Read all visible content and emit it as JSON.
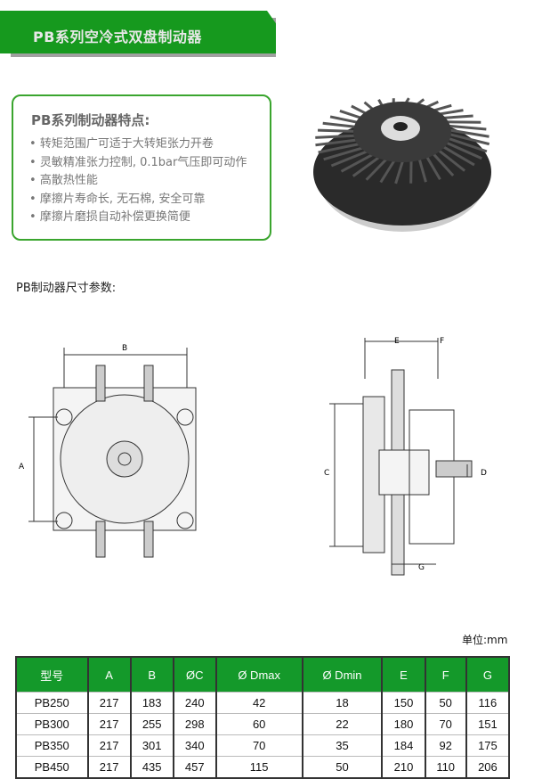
{
  "banner": {
    "title": "PB系列空冷式双盘制动器"
  },
  "features": {
    "title": "PB系列制动器特点:",
    "items": [
      "转矩范围广可适于大转矩张力开卷",
      "灵敏精准张力控制, 0.1bar气压即可动作",
      "高散热性能",
      "摩擦片寿命长, 无石棉, 安全可靠",
      "摩擦片磨损自动补偿更换简便"
    ]
  },
  "dimensions": {
    "title": "PB制动器尺寸参数:",
    "front_labels": {
      "a": "A",
      "b": "B"
    },
    "side_labels": {
      "c": "C",
      "d": "D",
      "e": "E",
      "f": "F",
      "g": "G"
    }
  },
  "table": {
    "unit": "单位:mm",
    "headers": [
      "型号",
      "A",
      "B",
      "ØC",
      "Ø Dmax",
      "Ø Dmin",
      "E",
      "F",
      "G"
    ],
    "rows": [
      [
        "PB250",
        "217",
        "183",
        "240",
        "42",
        "18",
        "150",
        "50",
        "116"
      ],
      [
        "PB300",
        "217",
        "255",
        "298",
        "60",
        "22",
        "180",
        "70",
        "151"
      ],
      [
        "PB350",
        "217",
        "301",
        "340",
        "70",
        "35",
        "184",
        "92",
        "175"
      ],
      [
        "PB450",
        "217",
        "435",
        "457",
        "115",
        "50",
        "210",
        "110",
        "206"
      ]
    ]
  },
  "colors": {
    "green": "#14992a",
    "border": "#3aa52e"
  }
}
